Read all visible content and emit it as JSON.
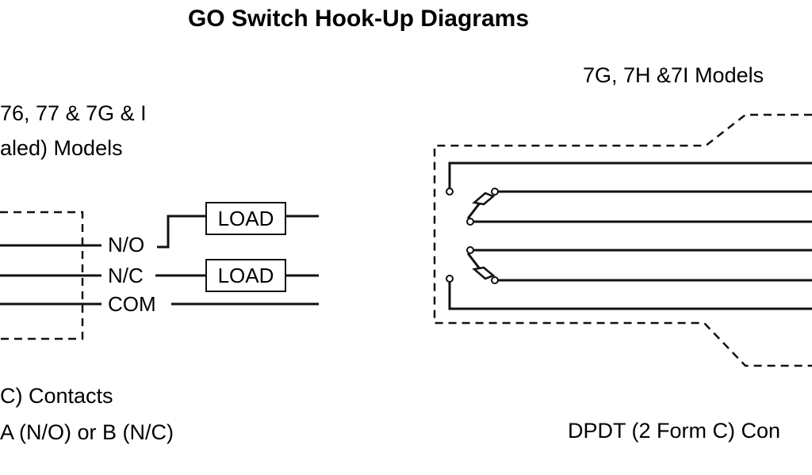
{
  "title": "GO Switch Hook-Up Diagrams",
  "left_diagram": {
    "models_line1": "76, 77 & 7G & I",
    "models_line2": "aled) Models",
    "terminals": {
      "no": "N/O",
      "nc": "N/C",
      "com": "COM"
    },
    "load_label": "LOAD",
    "caption_line1": "C) Contacts",
    "caption_line2": "A (N/O) or B (N/C)"
  },
  "right_diagram": {
    "models": "7G, 7H &7I Models",
    "caption": "DPDT (2 Form C) Con"
  }
}
